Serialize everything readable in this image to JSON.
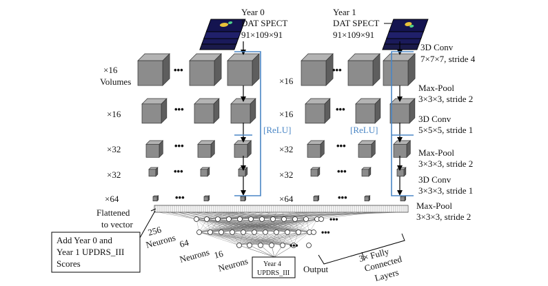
{
  "inputs": {
    "year0": {
      "title": "Year 0",
      "modality": "DAT SPECT",
      "dims": "91×109×91"
    },
    "year1": {
      "title": "Year 1",
      "modality": "DAT SPECT",
      "dims": "91×109×91"
    }
  },
  "counts": {
    "c16a": "×16",
    "volumes": "Volumes",
    "c16b": "×16",
    "c32a": "×32",
    "c32b": "×32",
    "c64": "×64"
  },
  "relu_label": "[ReLU]",
  "ellipsis": "•••",
  "layers": [
    {
      "name": "3D Conv",
      "params": "7×7×7, stride 4"
    },
    {
      "name": "Max-Pool",
      "params": "3×3×3, stride 2"
    },
    {
      "name": "3D Conv",
      "params": "5×5×5, stride 1"
    },
    {
      "name": "Max-Pool",
      "params": "3×3×3, stride 2"
    },
    {
      "name": "3D Conv",
      "params": "3×3×3, stride 1"
    },
    {
      "name": "Max-Pool",
      "params": "3×3×3, stride 2"
    }
  ],
  "flattened": {
    "line1": "Flattened",
    "line2": "to vector"
  },
  "neurons": [
    {
      "count": "256",
      "label": "Neurons"
    },
    {
      "count": "64",
      "label": "Neurons"
    },
    {
      "count": "16",
      "label": "Neurons"
    }
  ],
  "fc": {
    "line1": "3× Fully",
    "line2": "Connected",
    "line3": "Layers"
  },
  "scores_box": {
    "line1": "Add Year 0 and",
    "line2": "Year 1 UPDRS_III",
    "line3": "Scores"
  },
  "output_box": {
    "line1": "Year 4",
    "line2": "UPDRS_III"
  },
  "output_label": "Output",
  "colors": {
    "cube_front": "#8c8c8c",
    "cube_top": "#b3b3b3",
    "cube_side": "#5e5e5e",
    "relu": "#4a86c5",
    "spect_bg": "#1a1a4a"
  }
}
